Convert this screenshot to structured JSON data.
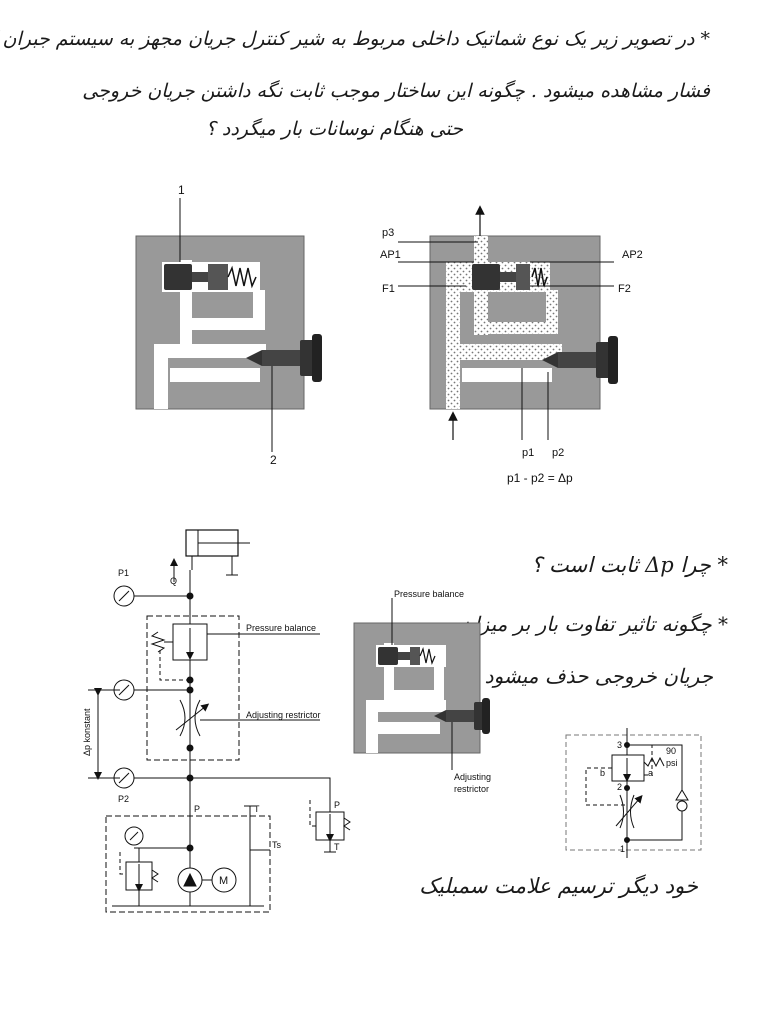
{
  "notes": {
    "line1": "* در تصویر زیر یک نوع شماتیک داخلی مربوط به شیر کنترل جریان مجهز به سیستم جبران کننده",
    "line2": "فشار مشاهده میشود . چگونه این ساختار موجب ثابت نگه داشتن جریان خروجی",
    "line3": "حتی هنگام نوسانات بار میگردد ؟",
    "q2": "* چرا Δp ثابت است ؟",
    "q3a": "* چگونه تاثیر تفاوت بار بر میزان",
    "q3b": "جریان خروجی حذف میشود ؟",
    "q4": "خود دیگر ترسیم علامت سمبلیک"
  },
  "fig1": {
    "label_1": "1",
    "label_2": "2"
  },
  "fig2": {
    "p3": "p3",
    "ap1": "AP1",
    "ap2": "AP2",
    "f1": "F1",
    "f2": "F2",
    "p1": "p1",
    "p2": "p2",
    "equation": "p1 - p2 = Δp"
  },
  "circuit": {
    "p1": "P1",
    "q": "Q",
    "p2": "P2",
    "pressure_balance": "Pressure balance",
    "adjusting_restrictor": "Adjusting restrictor",
    "dp_konstant": "Δp konstant",
    "p": "P",
    "t": "T",
    "ts": "Ts",
    "motor": "M",
    "relief_p": "P",
    "relief_t": "T"
  },
  "fig3": {
    "pressure_balance": "Pressure balance",
    "adjusting_line1": "Adjusting",
    "adjusting_line2": "restrictor"
  },
  "symbol": {
    "port3": "3",
    "port2": "2",
    "port1": "1",
    "psi_value": "90",
    "psi_unit": "psi",
    "port_b": "b",
    "port_a": "a"
  },
  "colors": {
    "body_gray": "#999999",
    "ink": "#111111"
  }
}
